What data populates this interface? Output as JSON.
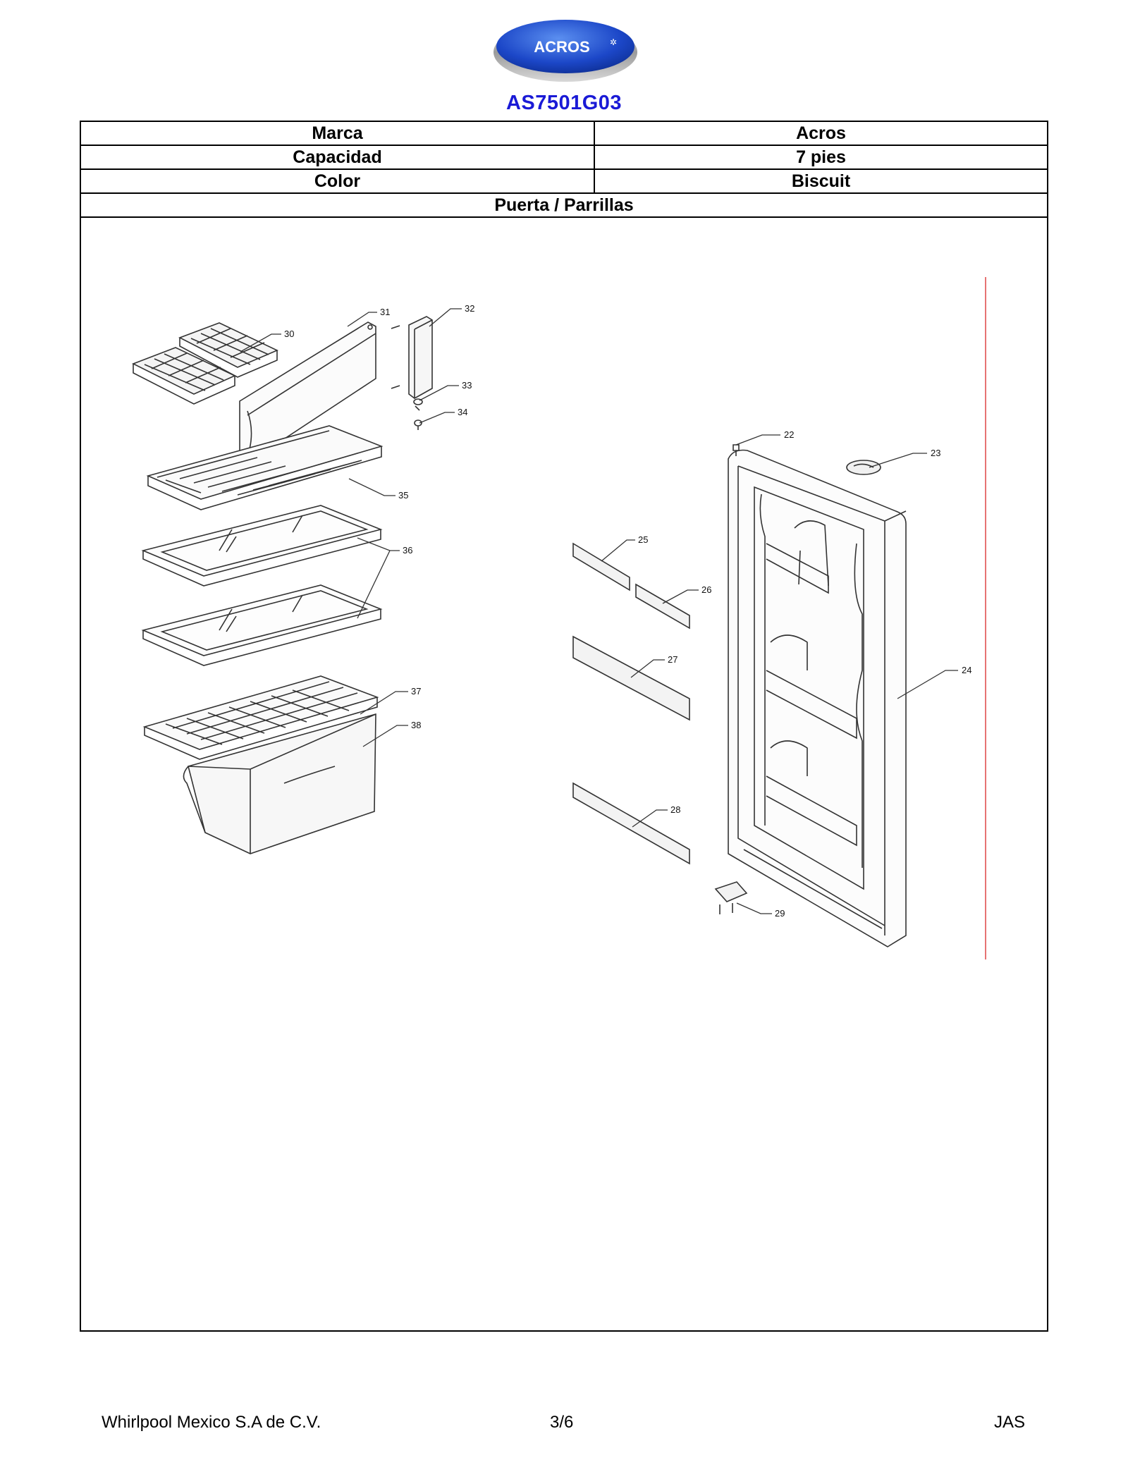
{
  "logo": {
    "text": "ACROS"
  },
  "model": "AS7501G03",
  "specs": [
    {
      "label": "Marca",
      "value": "Acros"
    },
    {
      "label": "Capacidad",
      "value": "7 pies"
    },
    {
      "label": "Color",
      "value": "Biscuit"
    }
  ],
  "section_title": "Puerta / Parrillas",
  "part_numbers": [
    "22",
    "23",
    "24",
    "25",
    "26",
    "27",
    "28",
    "29",
    "30",
    "31",
    "32",
    "33",
    "34",
    "35",
    "36",
    "37",
    "38"
  ],
  "footer": {
    "company": "Whirlpool Mexico S.A de C.V.",
    "page": "3/6",
    "author": "JAS"
  }
}
